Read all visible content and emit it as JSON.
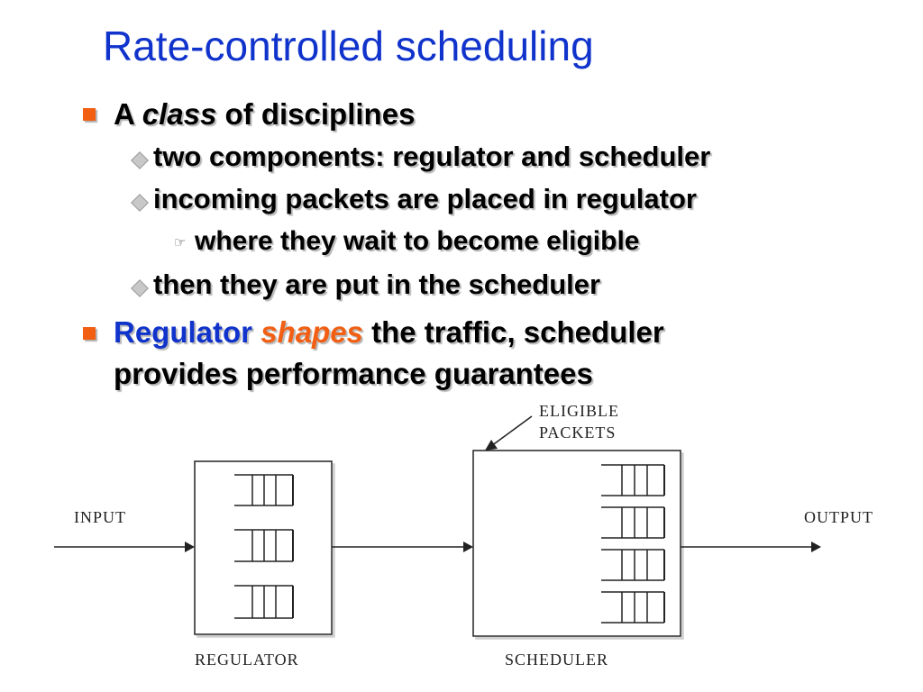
{
  "slide": {
    "title": "Rate-controlled scheduling",
    "bullets": {
      "b1": {
        "p1": "A ",
        "p2": "class",
        "p3": " of disciplines"
      },
      "b1a": "two components: regulator and scheduler",
      "b1b": "incoming packets are placed in regulator",
      "b1b_i": "where they wait to become eligible",
      "b1c": "then they are put in the scheduler",
      "b2": {
        "p1": "Regulator ",
        "p2": "shapes",
        "p3": " the traffic, scheduler",
        "p4": "provides performance guarantees"
      }
    },
    "colors": {
      "title": "#1033cc",
      "accent": "#f25f13",
      "text": "#000000"
    },
    "bullet_icons": [
      "orange-square-icon",
      "gray-diamond-icon",
      "pointing-hand-icon"
    ]
  },
  "diagram": {
    "input_label": "INPUT",
    "output_label": "OUTPUT",
    "regulator_label": "REGULATOR",
    "scheduler_label": "SCHEDULER",
    "eligible_label_line1": "ELIGIBLE",
    "eligible_label_line2": "PACKETS"
  }
}
